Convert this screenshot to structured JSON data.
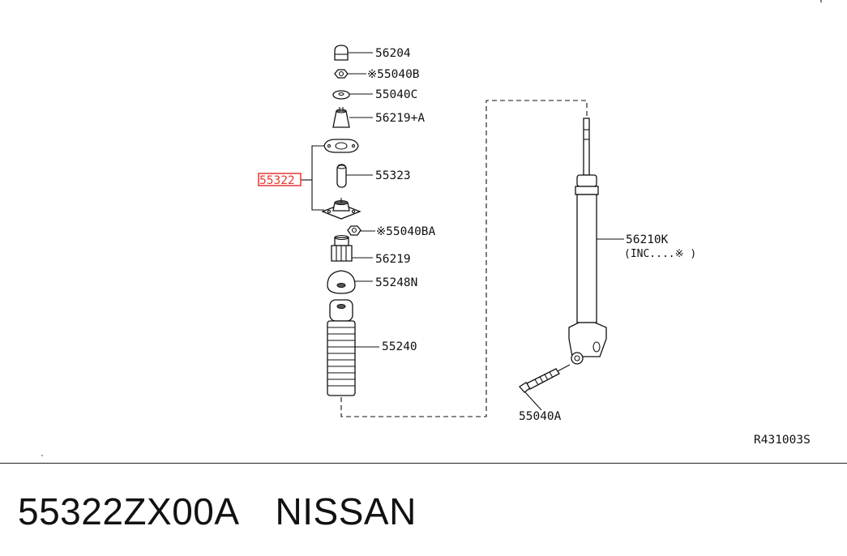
{
  "diagram": {
    "labels": {
      "l56204": "56204",
      "l55040B": "※55040B",
      "l55040C": "55040C",
      "l56219A": "56219+A",
      "l55322": "55322",
      "l55323": "55323",
      "l55040BA": "※55040BA",
      "l56219": "56219",
      "l55248N": "55248N",
      "l55240": "55240",
      "l56210K": "56210K",
      "l56210K_note": "(INC....※ )",
      "l55040A": "55040A",
      "ref": "R431003S"
    },
    "highlight_color": "#e53935"
  },
  "footer": {
    "part_number": "55322ZX00A",
    "brand": "NISSAN"
  }
}
